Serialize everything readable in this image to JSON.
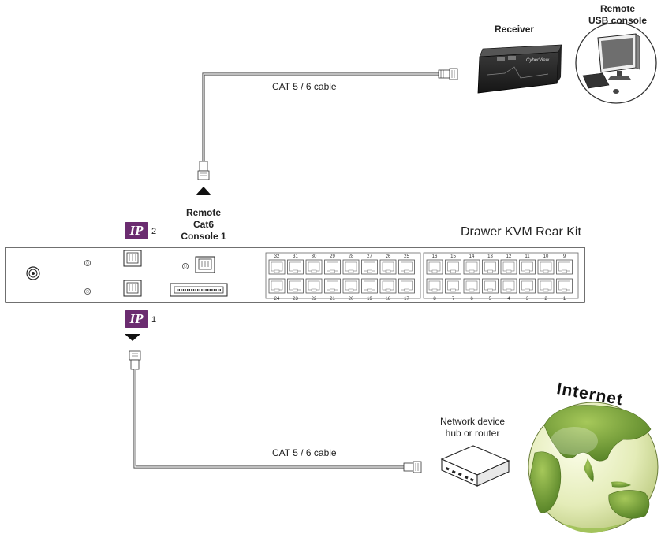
{
  "labels": {
    "receiver": "Receiver",
    "remote_usb_line1": "Remote",
    "remote_usb_line2": "USB console",
    "cable_top": "CAT 5 / 6 cable",
    "remote_cat6_line1": "Remote",
    "remote_cat6_line2": "Cat6",
    "remote_cat6_line3": "Console 1",
    "kit_title": "Drawer KVM Rear Kit",
    "ip_badge_text": "IP",
    "ip2": "2",
    "ip1": "1",
    "network_line1": "Network device",
    "network_line2": "hub or router",
    "cable_bottom": "CAT 5 / 6 cable",
    "internet": "Internet",
    "receiver_brand": "CyberView"
  },
  "ports": {
    "bank_a_top": [
      "32",
      "31",
      "30",
      "29",
      "28",
      "27",
      "26",
      "25"
    ],
    "bank_a_bottom": [
      "24",
      "23",
      "22",
      "21",
      "20",
      "19",
      "18",
      "17"
    ],
    "bank_b_top": [
      "16",
      "15",
      "14",
      "13",
      "12",
      "11",
      "10",
      "9"
    ],
    "bank_b_bottom": [
      "8",
      "7",
      "6",
      "5",
      "4",
      "3",
      "2",
      "1"
    ]
  },
  "colors": {
    "ip_badge": "#6b2c70",
    "globe_land": "#7da63a",
    "globe_sea": "#eef3c8"
  }
}
